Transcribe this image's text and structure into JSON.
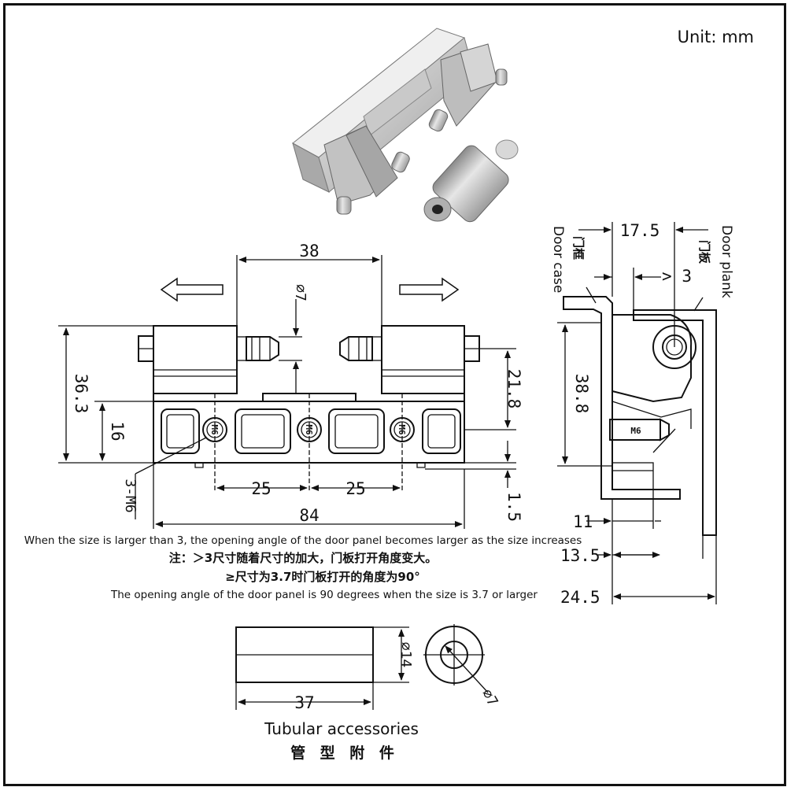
{
  "unit_label": "Unit: mm",
  "top_view": {
    "width_overall": "84",
    "width_between_housings": "38",
    "pin_diameter": "⌀7",
    "height_total": "36.3",
    "height_plate": "16",
    "height_to_pin": "21.8",
    "edge_offset": "1.5",
    "hole_spacing_left": "25",
    "hole_spacing_right": "25",
    "holes_callout": "3-M6",
    "hole_label": "M6"
  },
  "side_view": {
    "case_label_cn": "门框",
    "case_label_en": "Door case",
    "plank_label_cn": "门板",
    "plank_label_en": "Door plank",
    "gap_width": "17.5",
    "gap_min": "> 3",
    "height": "38.8",
    "screw_label": "M6",
    "offset_11": "11",
    "offset_13": "13.5",
    "offset_24": "24.5"
  },
  "notes": {
    "line1_en": "When the size is larger than 3, the opening angle of the door panel becomes larger as the size increases",
    "line1_cn": "注：＞3尺寸随着尺寸的加大，门板打开角度变大。",
    "line2_cn": "≥尺寸为3.7时门板打开的角度为90°",
    "line2_en": "The opening angle of the door panel is 90 degrees when the size is 3.7 or larger"
  },
  "tube": {
    "length": "37",
    "outer_diameter": "⌀14",
    "inner_diameter": "⌀7",
    "caption_en": "Tubular accessories",
    "caption_cn": "管 型 附 件"
  },
  "colors": {
    "line": "#111111",
    "metal_light": "#dcdcdc",
    "metal_mid": "#b4b4b4",
    "metal_dark": "#8a8a8a"
  }
}
